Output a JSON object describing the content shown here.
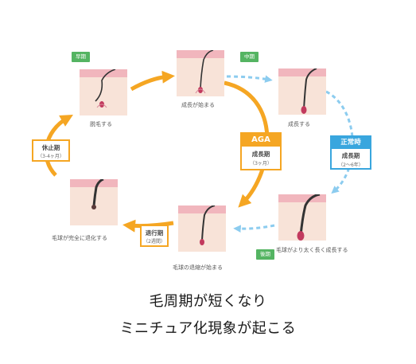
{
  "phases": {
    "early": "早期",
    "middle": "中期",
    "late": "後期"
  },
  "captions": {
    "shedding": "脱毛する",
    "start_growth": "成長が始まる",
    "growing": "成長する",
    "grow_thick_long": "毛球がより太く長く成長する",
    "bulb_shrinking_start": "毛球の退縮が始まる",
    "bulb_fully_regressed": "毛球が完全に退化する"
  },
  "boxes": {
    "aga": {
      "header": "AGA",
      "title": "成長期",
      "duration": "（3ヶ月）"
    },
    "normal": {
      "header": "正常時",
      "title": "成長期",
      "duration": "（2～6年）"
    },
    "resting": {
      "title": "休止期",
      "duration": "（3-4ヶ月）"
    },
    "regression": {
      "title": "退行期",
      "duration": "（2週間）"
    }
  },
  "headline": {
    "line1": "毛周期が短くなり",
    "line2": "ミニチュア化現象が起こる"
  },
  "colors": {
    "aga_orange": "#f5a623",
    "normal_blue": "#39a6de",
    "phase_green": "#54b462",
    "skin": "#f8e3d8"
  }
}
